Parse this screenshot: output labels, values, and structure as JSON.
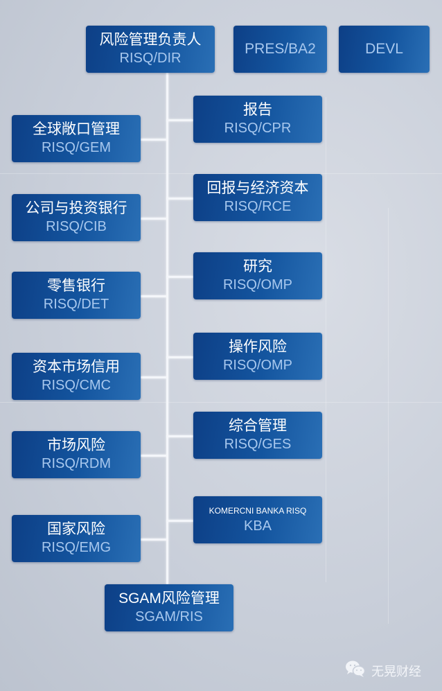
{
  "diagram": {
    "root": {
      "title": "风险管理负责人",
      "code": "RISQ/DIR"
    },
    "top_peers": [
      {
        "code": "PRES/BA2"
      },
      {
        "code": "DEVL"
      }
    ],
    "left_branches": [
      {
        "title": "全球敞口管理",
        "code": "RISQ/GEM"
      },
      {
        "title": "公司与投资银行",
        "code": "RISQ/CIB"
      },
      {
        "title": "零售银行",
        "code": "RISQ/DET"
      },
      {
        "title": "资本市场信用",
        "code": "RISQ/CMC"
      },
      {
        "title": "市场风险",
        "code": "RISQ/RDM"
      },
      {
        "title": "国家风险",
        "code": "RISQ/EMG"
      }
    ],
    "right_branches": [
      {
        "title": "报告",
        "code": "RISQ/CPR"
      },
      {
        "title": "回报与经济资本",
        "code": "RISQ/RCE"
      },
      {
        "title": "研究",
        "code": "RISQ/OMP"
      },
      {
        "title": "操作风险",
        "code": "RISQ/OMP"
      },
      {
        "title": "综合管理",
        "code": "RISQ/GES"
      },
      {
        "title": "KOMERCNI BANKA RISQ",
        "code": "KBA"
      }
    ],
    "bottom": {
      "title": "SGAM风险管理",
      "code": "SGAM/RIS"
    }
  },
  "watermark": {
    "icon": "wechat-icon",
    "text": "无晃财经"
  },
  "colors": {
    "box": "#14559f",
    "title": "#ffffff",
    "code": "#a8c8ee",
    "connector": "#f4f6fa"
  }
}
